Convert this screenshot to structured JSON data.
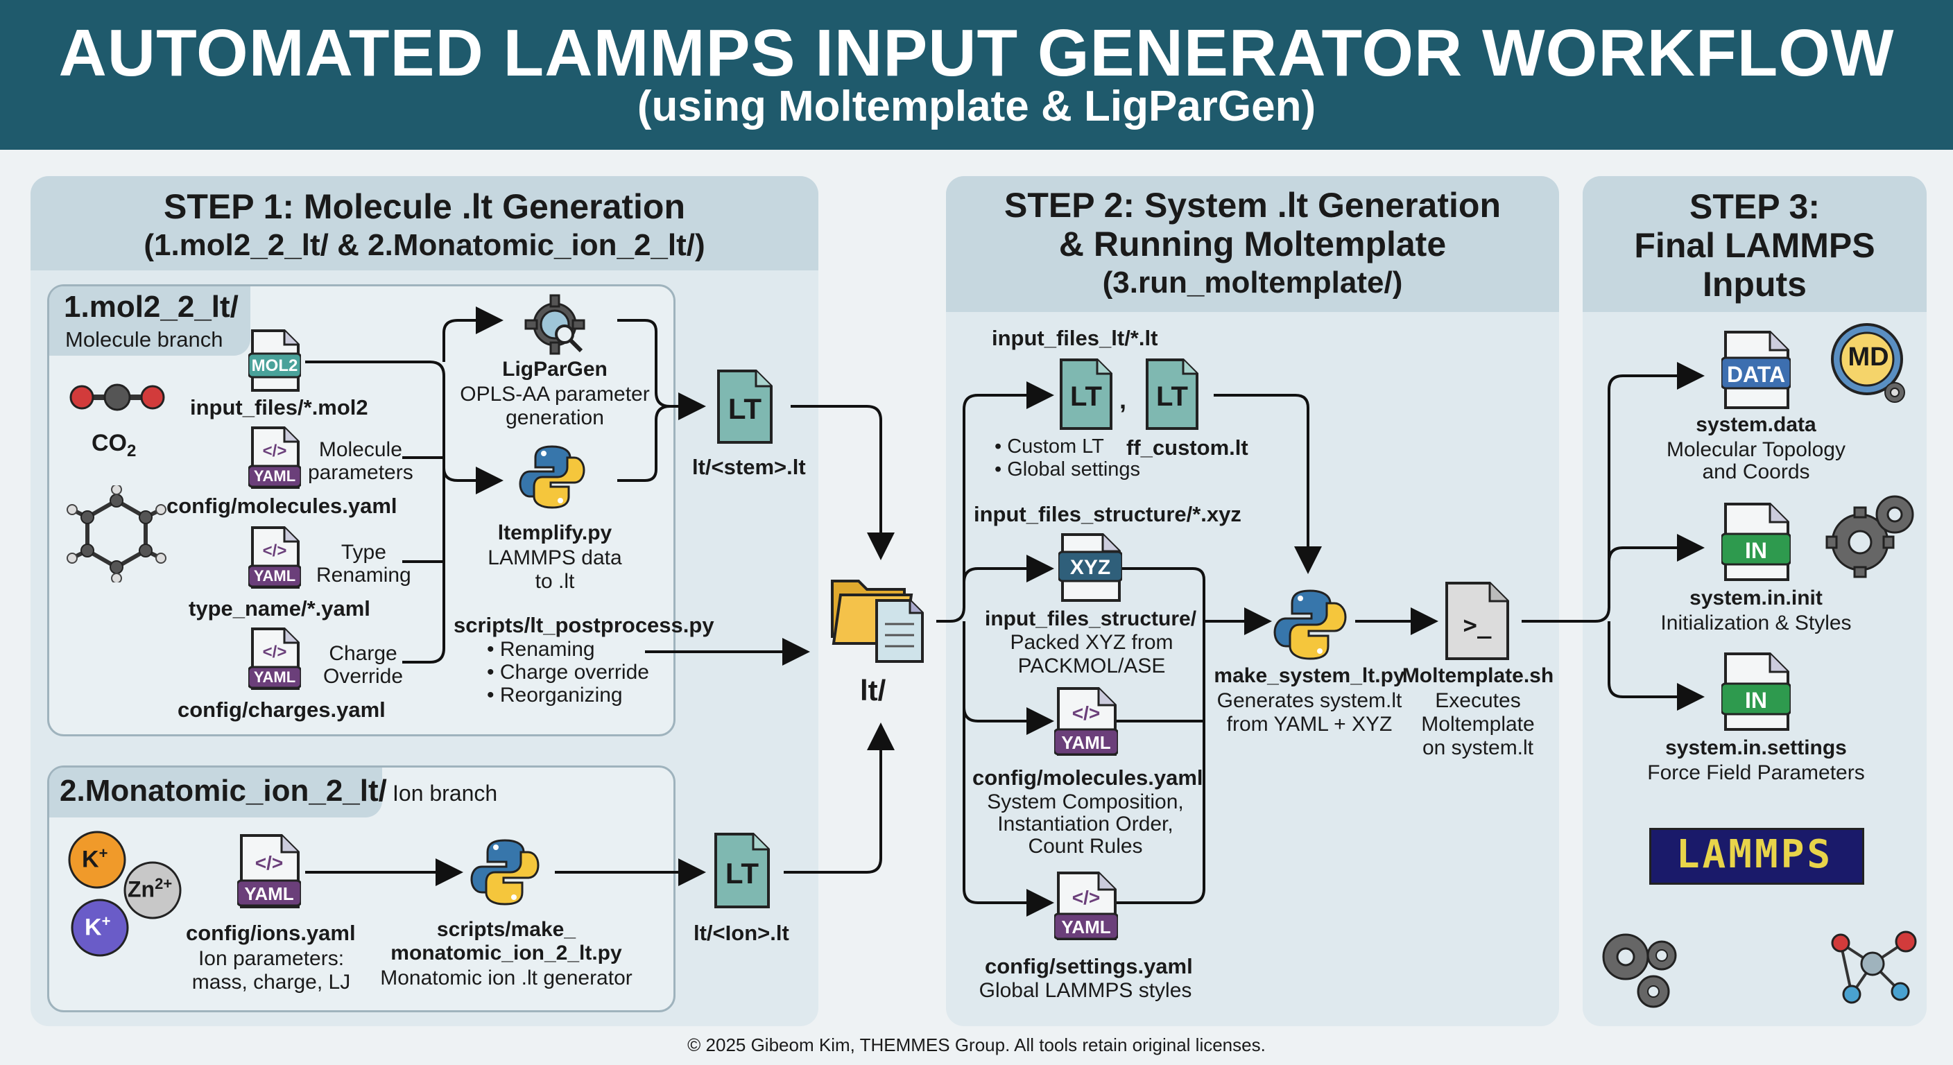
{
  "header": {
    "title": "AUTOMATED LAMMPS INPUT GENERATOR WORKFLOW",
    "subtitle": "(using Moltemplate & LigParGen)"
  },
  "step1": {
    "title_line1": "STEP 1: Molecule .lt Generation",
    "title_line2": "(1.mol2_2_lt/ & 2.Monatomic_ion_2_lt/)",
    "branch1": {
      "name": "1.mol2_2_lt/",
      "tag": "Molecule branch",
      "molecule_label": "CO",
      "molecule_sub": "2",
      "inputs": [
        {
          "badge": "MOL2",
          "file": "input_files/*.mol2",
          "desc": ""
        },
        {
          "badge": "YAML",
          "file": "config/molecules.yaml",
          "desc": "Molecule\nparameters"
        },
        {
          "badge": "YAML",
          "file": "type_name/*.yaml",
          "desc": "Type\nRenaming"
        },
        {
          "badge": "YAML",
          "file": "config/charges.yaml",
          "desc": "Charge\nOverride"
        }
      ],
      "ligpargen": {
        "name": "LigParGen",
        "desc1": "OPLS-AA parameter",
        "desc2": "generation"
      },
      "ltemplify": {
        "name": "ltemplify.py",
        "desc1": "LAMMPS data",
        "desc2": "to .lt"
      },
      "postprocess": {
        "name": "scripts/lt_postprocess.py",
        "items": [
          "• Renaming",
          "• Charge override",
          "• Reorganizing"
        ]
      },
      "output": {
        "badge": "LT",
        "file": "lt/<stem>.lt"
      }
    },
    "branch2": {
      "name": "2.Monatomic_ion_2_lt/",
      "tag": "Ion branch",
      "ions": [
        "K",
        "Zn",
        "K"
      ],
      "ion_charges": [
        "+",
        "2+",
        "+"
      ],
      "input": {
        "badge": "YAML",
        "file": "config/ions.yaml",
        "desc1": "Ion parameters:",
        "desc2": "mass, charge, LJ"
      },
      "script": {
        "name1": "scripts/make_",
        "name2": "monatomic_ion_2_lt.py",
        "desc": "Monatomic ion .lt generator"
      },
      "output": {
        "badge": "LT",
        "file": "lt/<Ion>.lt"
      }
    },
    "lt_folder": "lt/"
  },
  "step2": {
    "title_line1": "STEP 2: System .lt Generation",
    "title_line2": "& Running Moltemplate",
    "title_line3": "(3.run_moltemplate/)",
    "lt_inputs": {
      "file": "input_files_lt/*.lt",
      "badge": "LT",
      "sep": ",",
      "bullets": [
        "• Custom LT",
        "• Global settings"
      ],
      "custom": "ff_custom.lt"
    },
    "structure": {
      "heading": "input_files_structure/*.xyz",
      "badge": "XYZ",
      "file": "input_files_structure/",
      "desc1": "Packed XYZ from",
      "desc2": "PACKMOL/ASE"
    },
    "molecules": {
      "badge": "YAML",
      "file": "config/molecules.yaml",
      "desc1": "System Composition,",
      "desc2": "Instantiation Order,",
      "desc3": "Count Rules"
    },
    "settings": {
      "badge": "YAML",
      "file": "config/settings.yaml",
      "desc": "Global LAMMPS styles"
    },
    "make_system": {
      "name": "make_system_lt.py",
      "desc1": "Generates system.lt",
      "desc2": "from YAML + XYZ"
    },
    "moltemplate": {
      "name": "Moltemplate.sh",
      "desc1": "Executes",
      "desc2": "Moltemplate",
      "desc3": "on system.lt",
      "icon": ">_"
    }
  },
  "step3": {
    "title_line1": "STEP 3:",
    "title_line2": "Final LAMMPS Inputs",
    "md_badge": "MD",
    "outputs": [
      {
        "badge": "DATA",
        "file": "system.data",
        "desc1": "Molecular Topology",
        "desc2": "and Coords",
        "color": "#3d6fb0"
      },
      {
        "badge": "IN",
        "file": "system.in.init",
        "desc1": "Initialization & Styles",
        "desc2": "",
        "color": "#2e9a4e"
      },
      {
        "badge": "IN",
        "file": "system.in.settings",
        "desc1": "Force Field Parameters",
        "desc2": "",
        "color": "#2e9a4e"
      }
    ],
    "logo": "LAMMPS"
  },
  "footer": "© 2025 Gibeom Kim, THEMMES Group. All tools retain original licenses.",
  "colors": {
    "header": "#1f5a6c",
    "lt_badge": "#7fb8b1",
    "yaml_badge": "#6b3f7a",
    "mol2_badge": "#4aa29a",
    "xyz_badge": "#2f5f7a",
    "python_blue": "#3776ab",
    "python_yellow": "#f5c63c"
  }
}
